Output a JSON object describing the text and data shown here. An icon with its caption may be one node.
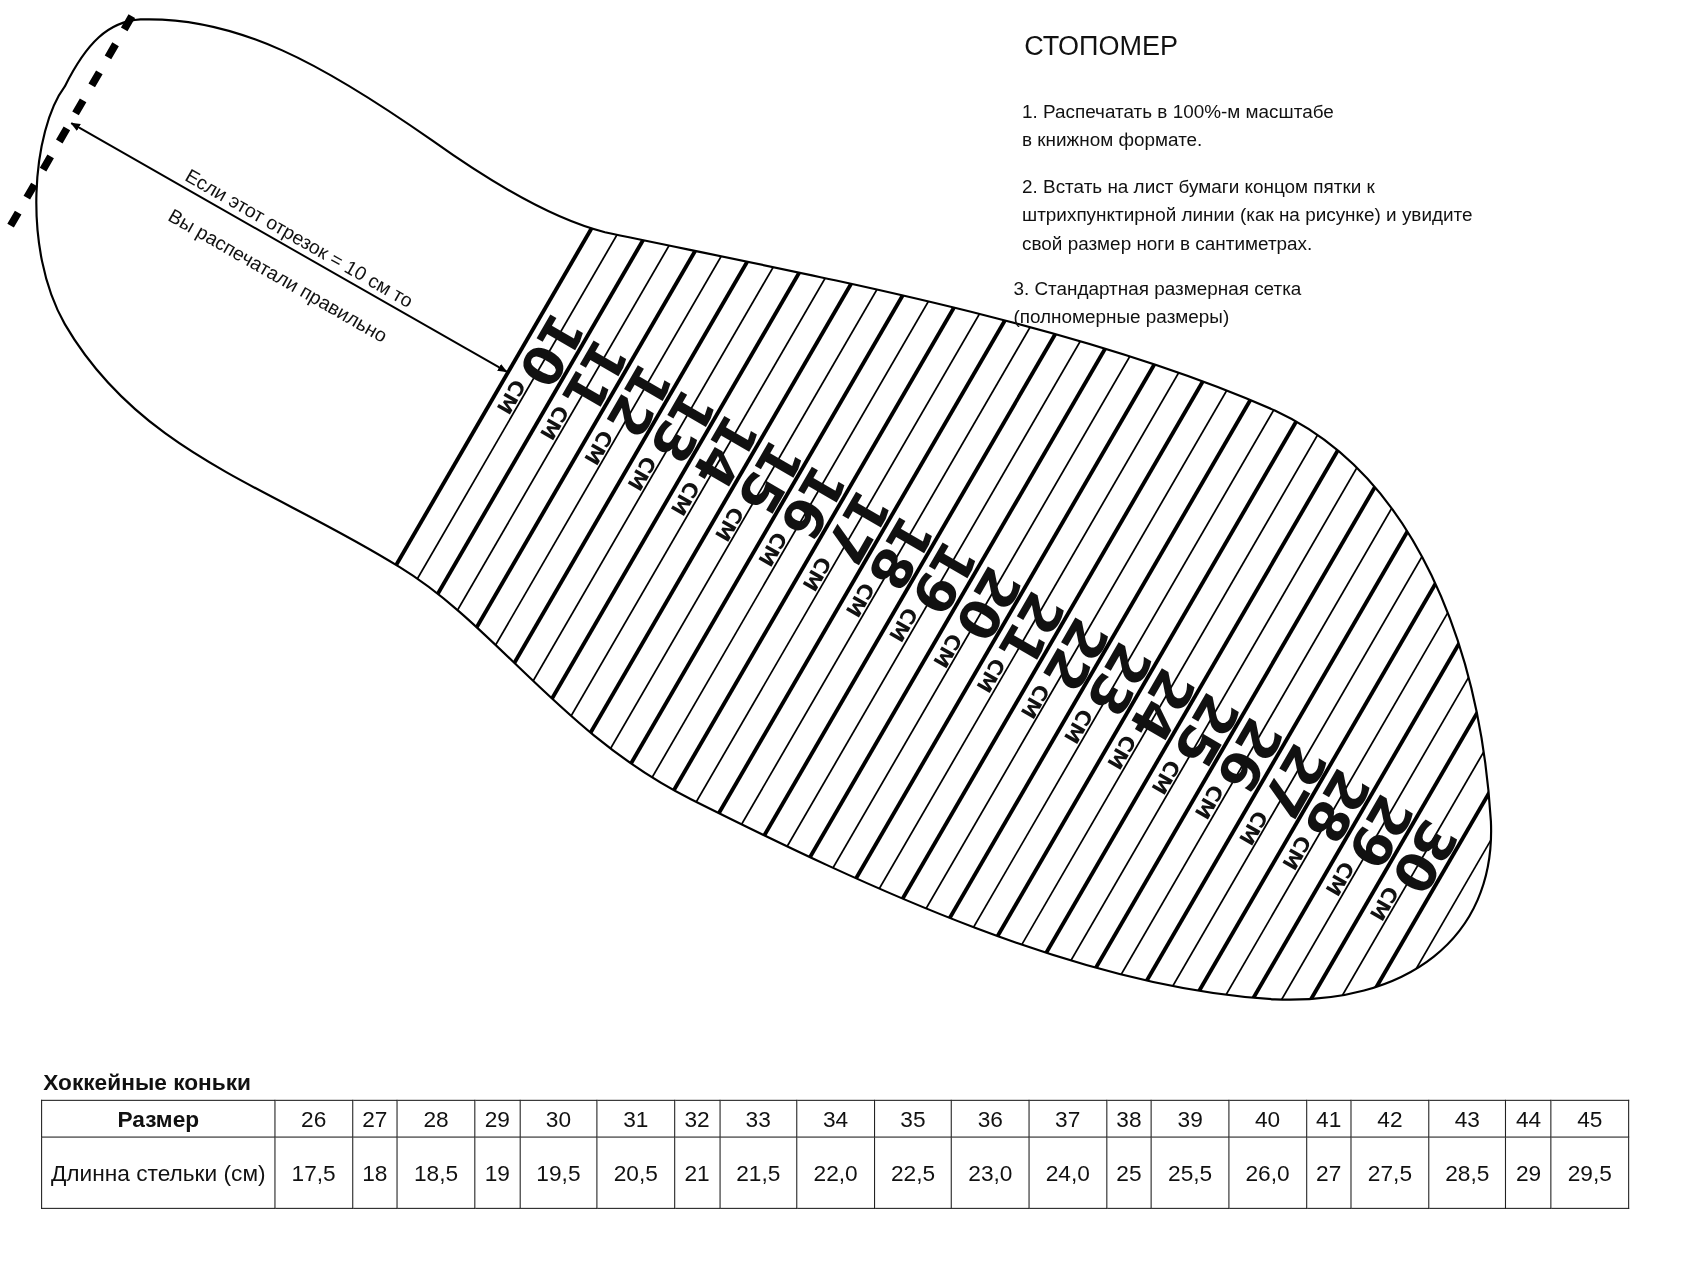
{
  "diagram": {
    "title": "СТОПОМЕР",
    "labels": [
      "1. Распечатать в 100%-м масштабе в книжном формате.",
      "2. Встать на лист бумаги концом пятки к штрихпунктирной линии (как на рисунке) и увидите свой размер ноги в сантиметрах.",
      "3. Стандартная размерная сетка (полномерные размеры)",
      "Если этот отрезок = 10 см то Вы распечатали правильно",
      "10",
      "СМ",
      "11",
      "СМ",
      "12",
      "СМ",
      "13",
      "СМ",
      "14",
      "СМ",
      "15",
      "СМ",
      "16",
      "СМ",
      "17",
      "СМ",
      "18",
      "СМ",
      "19",
      "СМ",
      "20",
      "СМ",
      "21",
      "СМ",
      "22",
      "СМ",
      "23",
      "СМ",
      "24",
      "СМ",
      "25",
      "СМ",
      "26",
      "СМ",
      "27",
      "СМ",
      "28",
      "СМ",
      "29",
      "СМ",
      "30",
      "СМ",
      "Хоккейные коньки",
      "Размер",
      "26",
      "27",
      "28",
      "29",
      "30",
      "31",
      "32",
      "33",
      "34",
      "35",
      "36",
      "37",
      "38",
      "39",
      "40",
      "41",
      "42",
      "43",
      "44",
      "45",
      "Длинна стельки (см)",
      "17,5",
      "18",
      "18,5",
      "19",
      "19,5",
      "20,5",
      "21",
      "21,5",
      "22,0",
      "22,5",
      "23,0",
      "24,0",
      "25",
      "25,5",
      "26,0",
      "27",
      "27,5",
      "28,5",
      "29",
      "29,5"
    ]
  }
}
